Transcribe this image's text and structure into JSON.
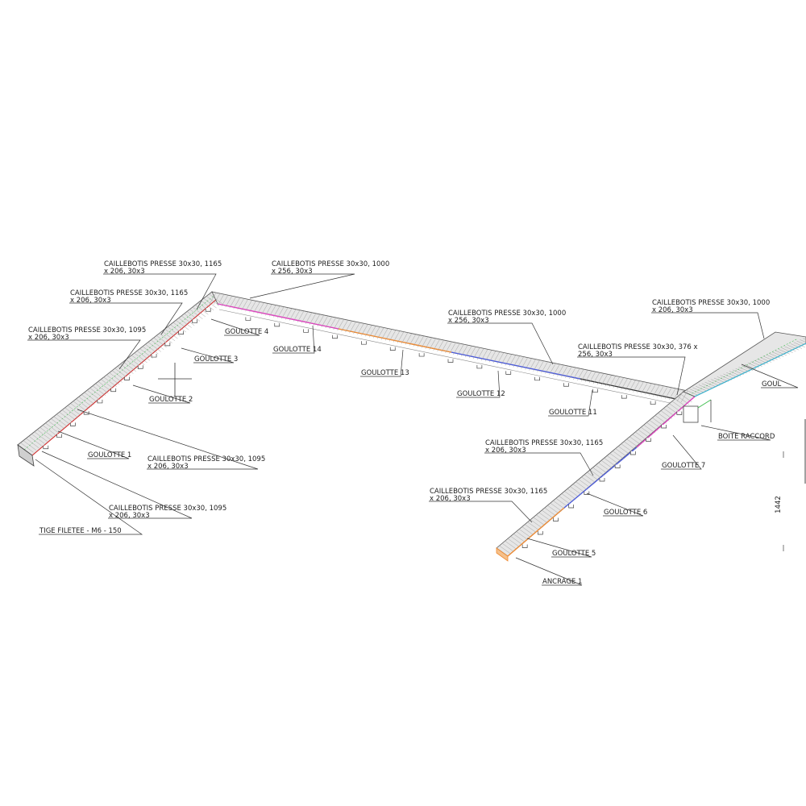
{
  "colors": {
    "ink": "#333333",
    "deck": "#bdbdbd",
    "pink": "#e040c0",
    "orange": "#f08a30",
    "blue": "#4a5ae0",
    "green": "#3fbf4f",
    "red": "#d83030",
    "cyan": "#30b8d8"
  },
  "labels": {
    "cb_a": [
      "CAILLEBOTIS PRESSE 30x30, 1165",
      "x 206, 30x3"
    ],
    "cb_b": [
      "CAILLEBOTIS PRESSE 30x30, 1000",
      "x 256, 30x3"
    ],
    "cb_c": [
      "CAILLEBOTIS PRESSE 30x30, 1165",
      "x 206, 30x3"
    ],
    "cb_d": [
      "CAILLEBOTIS PRESSE 30x30, 1095",
      "x 206, 30x3"
    ],
    "cb_e": [
      "CAILLEBOTIS PRESSE 30x30, 1000",
      "x 256, 30x3"
    ],
    "cb_f": [
      "CAILLEBOTIS PRESSE 30x30, 1000",
      "x 206, 30x3"
    ],
    "cb_g": [
      "CAILLEBOTIS PRESSE 30x30, 376 x",
      "256, 30x3"
    ],
    "cb_h": [
      "CAILLEBOTIS PRESSE 30x30, 1095",
      "x 206, 30x3"
    ],
    "cb_i": [
      "CAILLEBOTIS PRESSE 30x30, 1095",
      "x 206, 30x3"
    ],
    "cb_j": [
      "CAILLEBOTIS PRESSE 30x30, 1165",
      "x 206, 30x3"
    ],
    "cb_k": [
      "CAILLEBOTIS PRESSE 30x30, 1165",
      "x 206, 30x3"
    ],
    "g1": "GOULOTTE 1",
    "g2": "GOULOTTE 2",
    "g3": "GOULOTTE 3",
    "g4": "GOULOTTE 4",
    "g5": "GOULOTTE 5",
    "g6": "GOULOTTE 6",
    "g7": "GOULOTTE 7",
    "g11": "GOULOTTE 11",
    "g12": "GOULOTTE 12",
    "g13": "GOULOTTE 13",
    "g14": "GOULOTTE 14",
    "g_cut": "GOUL",
    "boite": "BOITE RACCORD",
    "ancrage": "ANCRAGE 1",
    "tige": "TIGE FILETEE - M6 - 150",
    "dimension": "1442"
  }
}
